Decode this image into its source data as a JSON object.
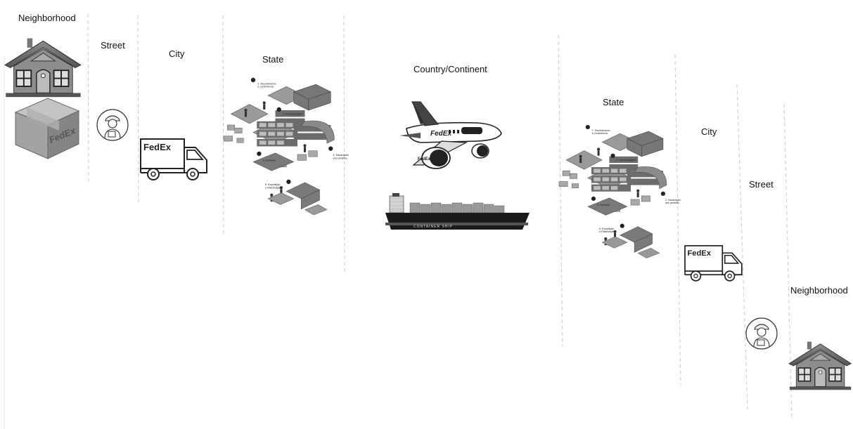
{
  "diagram": {
    "stages": [
      {
        "id": "neighborhood-origin",
        "label": "Neighborhood",
        "icon": "house-with-package-icon"
      },
      {
        "id": "street-origin",
        "label": "Street",
        "icon": "courier-icon"
      },
      {
        "id": "city-origin",
        "label": "City",
        "icon": "delivery-truck-icon"
      },
      {
        "id": "state-origin",
        "label": "State",
        "icon": "warehouse-logistics-icon"
      },
      {
        "id": "country-continent",
        "label": "Country/Continent",
        "icon": "cargo-plane-and-ship-icon"
      },
      {
        "id": "state-destination",
        "label": "State",
        "icon": "warehouse-logistics-icon"
      },
      {
        "id": "city-destination",
        "label": "City",
        "icon": "delivery-truck-icon"
      },
      {
        "id": "street-destination",
        "label": "Street",
        "icon": "courier-icon"
      },
      {
        "id": "neighborhood-destination",
        "label": "Neighborhood",
        "icon": "house-icon"
      }
    ],
    "brand": "FedEx",
    "truck_brand": "FedEx",
    "ship_label": "CONTAINER SHIP",
    "warehouse_steps": [
      "1. Recebimento e conferência",
      "2. Armazenagem",
      "3. Retirada",
      "4. Separação dos pedidos",
      "5. Expedição e Distribuição"
    ]
  }
}
